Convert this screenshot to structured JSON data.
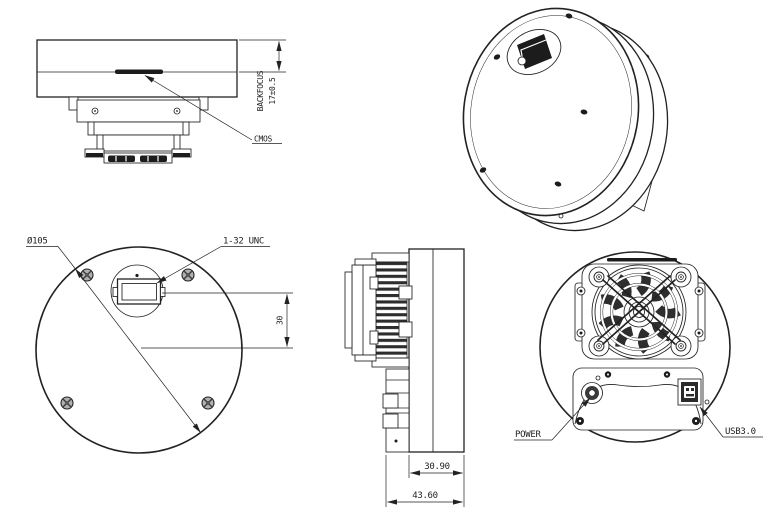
{
  "drawing": {
    "views": {
      "side_top": {
        "backfocus_label": "BACKFOCUS",
        "backfocus_value": "17±0.5",
        "sensor_callout": "CMOS"
      },
      "front": {
        "diameter_label": "Ø105",
        "thread_label": "1-32 UNC",
        "sensor_offset_label": "30"
      },
      "profile": {
        "body_depth_label": "30.90",
        "total_depth_label": "43.60"
      },
      "rear": {
        "power_label": "POWER",
        "usb_label": "USB3.0"
      }
    },
    "colors": {
      "line": "#222222",
      "dark_fill": "#1c1c1c",
      "background": "#ffffff"
    }
  }
}
